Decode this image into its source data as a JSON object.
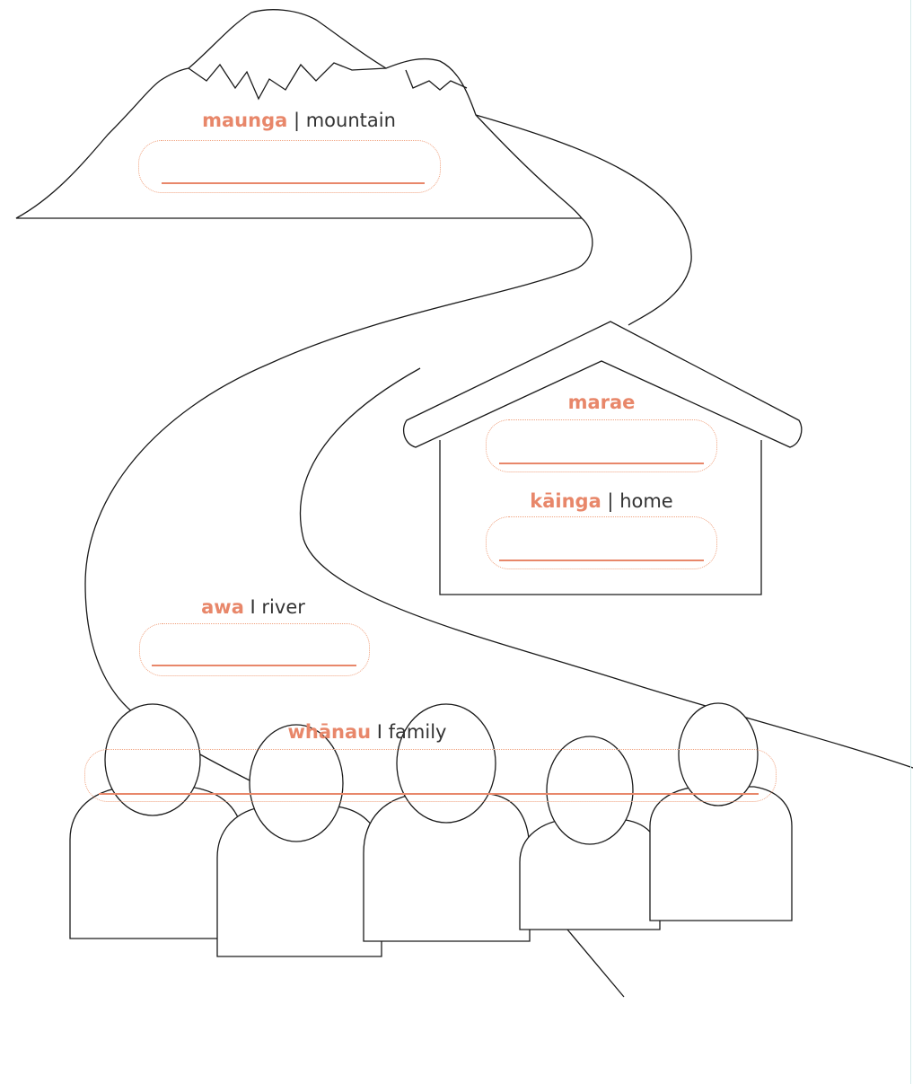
{
  "sections": {
    "maunga": {
      "maori": "maunga",
      "separator": " | ",
      "english": "mountain"
    },
    "marae": {
      "maori": "marae"
    },
    "kainga": {
      "maori": "kāinga",
      "separator": " | ",
      "english": "home"
    },
    "awa": {
      "maori": "awa",
      "separator": " I ",
      "english": "river"
    },
    "whanau": {
      "maori": "whānau",
      "separator": " I ",
      "english": "family"
    }
  },
  "colors": {
    "maori_word": "#e8876a",
    "english_word": "#333333",
    "answer_line": "#e8876a",
    "field_border": "#f0a27f",
    "outline": "#1a1a1a"
  }
}
